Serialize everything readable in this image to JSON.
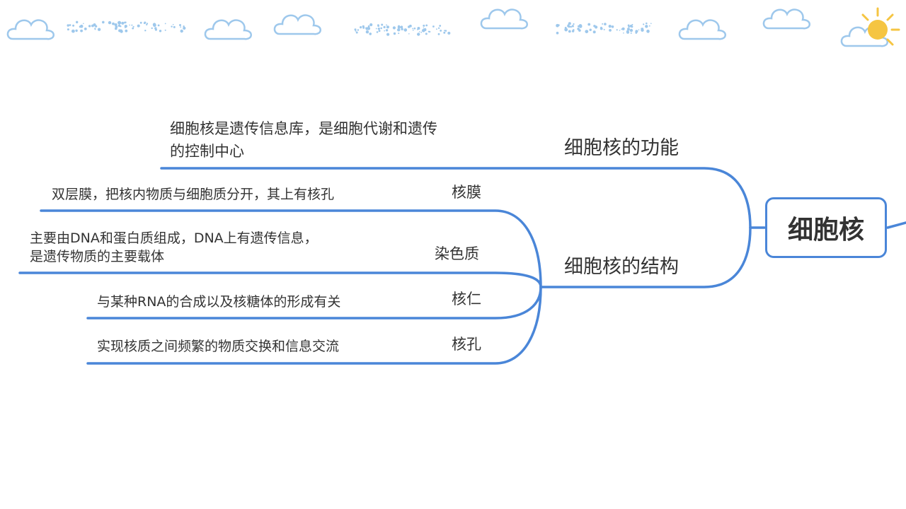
{
  "colors": {
    "line": "#4a86d8",
    "cloud": "#9ec8ec",
    "sun": "#f5c542"
  },
  "decorations": {
    "header": "clouds-and-sun-border"
  },
  "root": {
    "label": "细胞核"
  },
  "branches": [
    {
      "label": "细胞核的功能",
      "detail": [
        "细胞核是遗传信息库，是细胞代谢和遗传",
        "的控制中心"
      ]
    },
    {
      "label": "细胞核的结构",
      "children": [
        {
          "label": "核膜",
          "detail": "双层膜，把核内物质与细胞质分开，其上有核孔"
        },
        {
          "label": "染色质",
          "detail": [
            "主要由DNA和蛋白质组成，DNA上有遗传信息，",
            "是遗传物质的主要载体"
          ]
        },
        {
          "label": "核仁",
          "detail": "与某种RNA的合成以及核糖体的形成有关"
        },
        {
          "label": "核孔",
          "detail": "实现核质之间频繁的物质交换和信息交流"
        }
      ]
    }
  ]
}
